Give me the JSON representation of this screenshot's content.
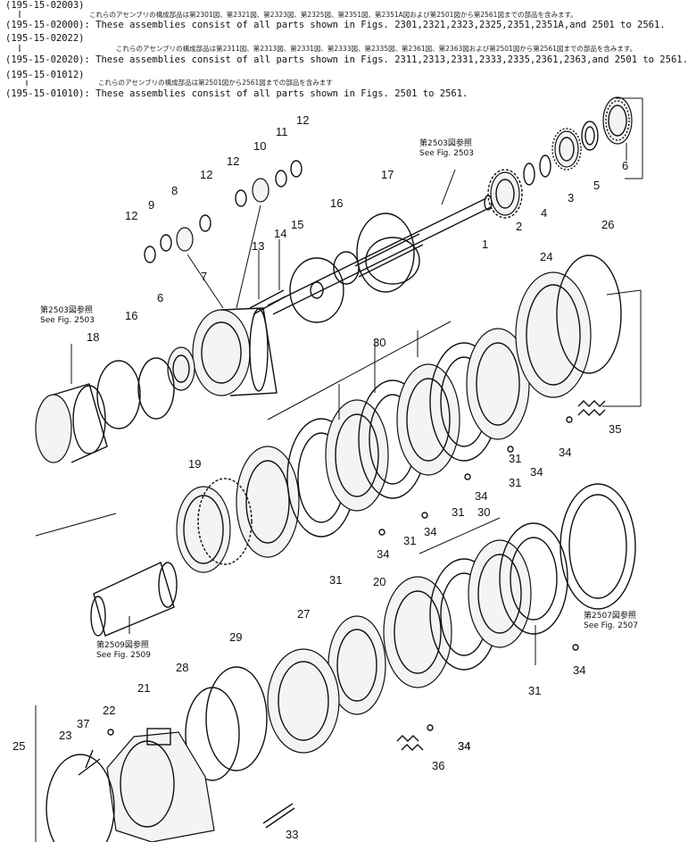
{
  "header": {
    "lines": [
      {
        "code": "(195-15-02003)",
        "text": ""
      },
      {
        "code": "(195-15-02000)",
        "text": ": These assemblies consist of all parts shown in Figs. 2301,2321,2323,2325,2351,2351A,and 2501 to 2561."
      },
      {
        "code": "(195-15-02022)",
        "text": ""
      },
      {
        "code": "(195-15-02020)",
        "text": ": These assemblies consist of all parts shown in Figs. 2311,2313,2331,2333,2335,2361,2363,and 2501 to 2561."
      },
      {
        "code": "(195-15-01012)",
        "text": ""
      },
      {
        "code": "(195-15-01010)",
        "text": ": These assemblies consist of all parts shown in Figs. 2501 to 2561."
      }
    ],
    "jp_notes": [
      "これらのアセンブリの構成部品は第2301図、第2321図、第2323図、第2325図、第2351図、第2351A図および第2501図から第2561図までの部品を含みます。",
      "これらのアセンブリの構成部品は第2311図、第2313図、第2331図、第2333図、第2335図、第2361図、第2363図および第2501図から第2561図までの部品を含みます。",
      "これらのアセンブリの構成部品は第2501図から2561図までの部品を含みます"
    ]
  },
  "references": [
    {
      "jp": "第2503図参照",
      "en": "See Fig. 2503"
    },
    {
      "jp": "第2503図参照",
      "en": "See Fig. 2503"
    },
    {
      "jp": "第2509図参照",
      "en": "See Fig. 2509"
    },
    {
      "jp": "第2507図参照",
      "en": "See Fig. 2507"
    }
  ],
  "callouts": [
    "1",
    "2",
    "3",
    "4",
    "5",
    "6",
    "6",
    "7",
    "8",
    "9",
    "10",
    "11",
    "12",
    "12",
    "12",
    "12",
    "13",
    "14",
    "15",
    "16",
    "16",
    "17",
    "18",
    "19",
    "20",
    "21",
    "22",
    "23",
    "24",
    "25",
    "26",
    "27",
    "28",
    "29",
    "30",
    "30",
    "31",
    "31",
    "31",
    "31",
    "31",
    "31",
    "33",
    "34",
    "34",
    "34",
    "34",
    "34",
    "34",
    "34",
    "34",
    "35",
    "36",
    "37"
  ]
}
